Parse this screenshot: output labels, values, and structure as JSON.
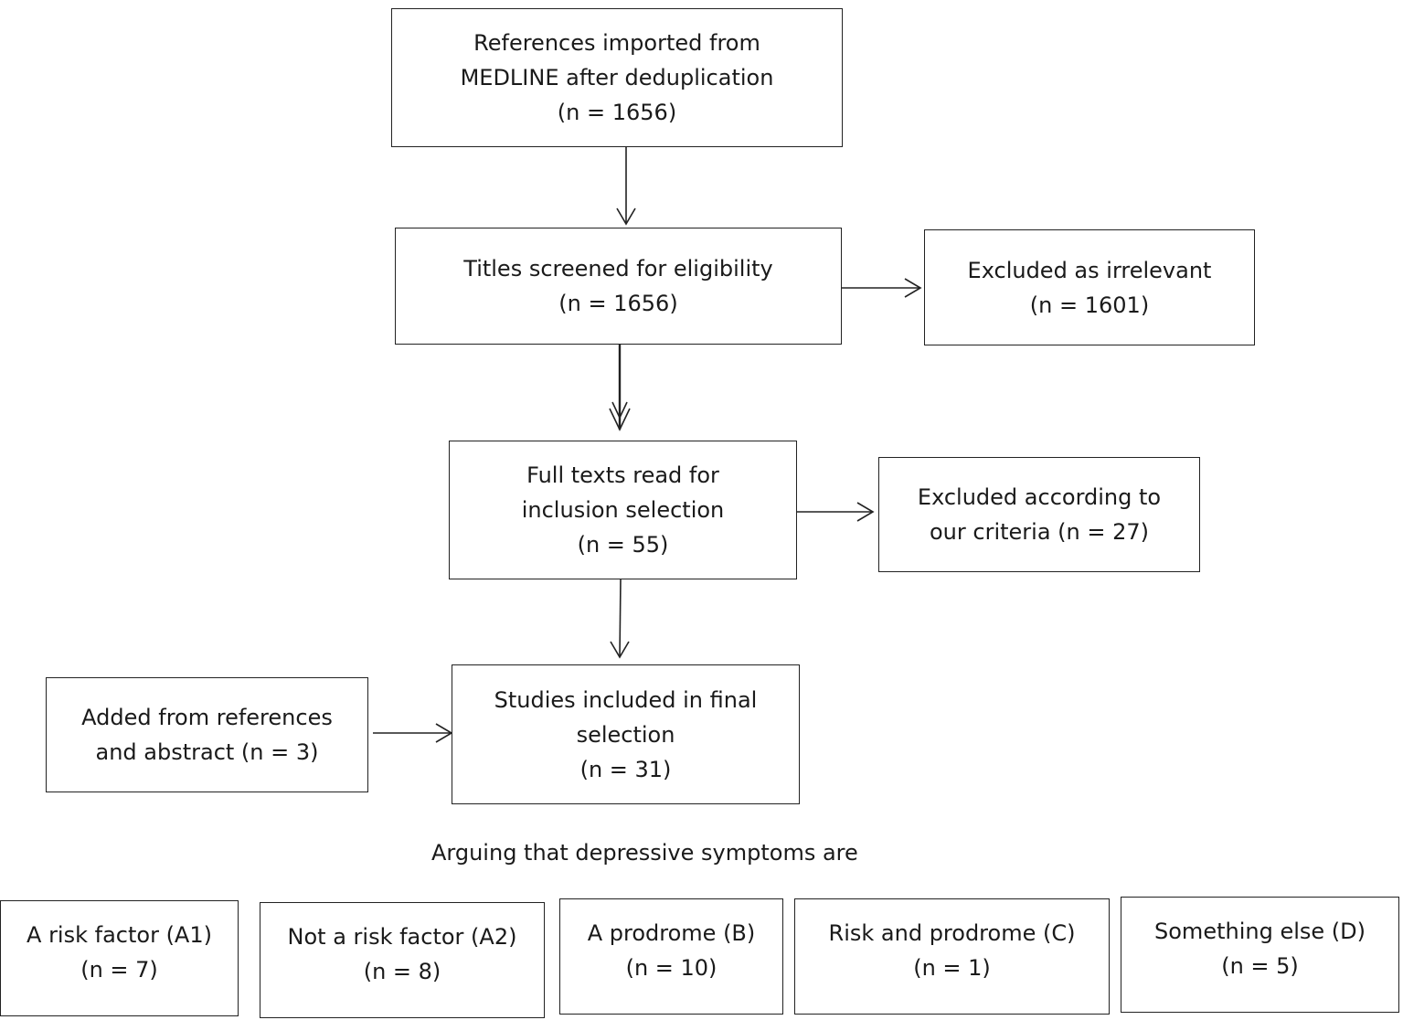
{
  "boxes": {
    "imported": {
      "lines": [
        "References imported from",
        "MEDLINE after deduplication",
        "(n = 1656)"
      ]
    },
    "screened": {
      "lines": [
        "Titles screened for eligibility",
        "(n = 1656)"
      ]
    },
    "excluded_irrelevant": {
      "lines": [
        "Excluded as irrelevant",
        "(n = 1601)"
      ]
    },
    "fulltext": {
      "lines": [
        "Full texts read for",
        "inclusion selection",
        "(n = 55)"
      ]
    },
    "excluded_criteria": {
      "lines": [
        "Excluded according to",
        "our criteria (n = 27)"
      ]
    },
    "added": {
      "lines": [
        "Added from references",
        "and abstract (n = 3)"
      ]
    },
    "included": {
      "lines": [
        "Studies included in final",
        "selection",
        "(n = 31)"
      ]
    }
  },
  "categories_caption": "Arguing that depressive symptoms are",
  "categories": [
    {
      "label": "A risk factor (A1)",
      "count": "(n = 7)"
    },
    {
      "label": "Not a risk factor (A2)",
      "count": "(n = 8)"
    },
    {
      "label": "A prodrome (B)",
      "count": "(n = 10)"
    },
    {
      "label": "Risk and prodrome (C)",
      "count": "(n = 1)"
    },
    {
      "label": "Something else (D)",
      "count": "(n = 5)"
    }
  ]
}
